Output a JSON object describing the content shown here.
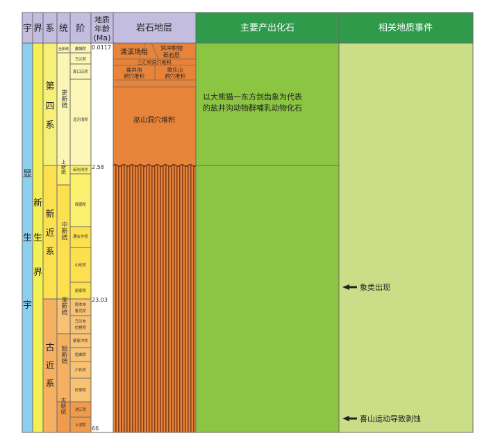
{
  "header": {
    "eon": "宇",
    "era": "界",
    "system": "系",
    "series": "统",
    "stage": "阶",
    "age_line1": "地质",
    "age_line2": "年龄",
    "age_line3": "(Ma)",
    "strata": "岩石地层",
    "fossils": "主要产出化石",
    "events": "相关地质事件"
  },
  "eon_name": [
    "显",
    "生",
    "宇"
  ],
  "era_name": [
    "新",
    "生",
    "界"
  ],
  "systems": [
    {
      "id": "quaternary",
      "chars": [
        "第",
        "四",
        "系"
      ]
    },
    {
      "id": "neogene",
      "chars": [
        "新",
        "近",
        "系"
      ]
    },
    {
      "id": "paleogene",
      "chars": [
        "古",
        "近",
        "系"
      ]
    }
  ],
  "series": [
    {
      "id": "holocene",
      "label": "全新统"
    },
    {
      "id": "pleistocene",
      "label": "更新统"
    },
    {
      "id": "pliocene",
      "label": "上新统"
    },
    {
      "id": "miocene",
      "label": "中新统"
    },
    {
      "id": "oligocene",
      "label": "渐新统"
    },
    {
      "id": "eocene",
      "label": "始新统"
    },
    {
      "id": "paleocene",
      "label": "古新统"
    }
  ],
  "stages": [
    {
      "id": "s1",
      "lines": [
        "藁城阶"
      ]
    },
    {
      "id": "s2",
      "lines": [
        "马兰阶"
      ]
    },
    {
      "id": "s3",
      "lines": [
        "周口店阶"
      ]
    },
    {
      "id": "s4",
      "lines": [
        "泥河湾阶"
      ]
    },
    {
      "id": "s5",
      "lines": [
        "麻则沟阶"
      ]
    },
    {
      "id": "s6",
      "lines": [
        "保德阶"
      ]
    },
    {
      "id": "s7",
      "lines": [
        "通古尔阶"
      ]
    },
    {
      "id": "s8",
      "lines": [
        "山旺阶"
      ]
    },
    {
      "id": "s9",
      "lines": [
        "谢家阶"
      ]
    },
    {
      "id": "s10",
      "lines": [
        "塔本布",
        "鲁克阶"
      ]
    },
    {
      "id": "s11",
      "lines": [
        "乌兰布",
        "拉格阶"
      ]
    },
    {
      "id": "s12",
      "lines": [
        "蔡家冲阶"
      ]
    },
    {
      "id": "s13",
      "lines": [
        "垣曲阶"
      ]
    },
    {
      "id": "s14",
      "lines": [
        "卢氏阶"
      ]
    },
    {
      "id": "s15",
      "lines": [
        "岭茶阶"
      ]
    },
    {
      "id": "s16",
      "lines": [
        "池江阶"
      ]
    },
    {
      "id": "s17",
      "lines": [
        "上湖阶"
      ]
    }
  ],
  "ages": [
    "0.0117",
    "2.58",
    "23.03",
    "66"
  ],
  "strata": {
    "qingxichang": "清溪场组",
    "hongchong": [
      "洪冲积物",
      "砾石层"
    ],
    "sanhuiba": "三汇坝洞穴堆积",
    "yanjinggou": [
      "盐井沟",
      "洞穴堆积"
    ],
    "gelegshan": [
      "歌乐山",
      "洞穴堆积"
    ],
    "wushan": "巫山洞穴堆积"
  },
  "fossils_text": [
    "以大熊猫一东方剑齿象为代表",
    "的盐井沟动物群哺乳动物化石"
  ],
  "events": [
    {
      "id": "elephants",
      "label": "象类出现"
    },
    {
      "id": "himalayan",
      "label": "喜山运动导致剥蚀"
    }
  ],
  "colors": {
    "header_purple": "#c3bde0",
    "header_green": "#2e9a4a",
    "eon_blue": "#8dd0ee",
    "era_yellow": "#f4ef52",
    "quaternary": "#f6f07a",
    "quaternary_series": "#fbf6b6",
    "neogene": "#fde050",
    "paleogene": "#f5b062",
    "paleogene_stage": "#f8c274",
    "paleocene": "#f09a4c",
    "strata_orange": "#e8843a",
    "fossil_green": "#8cc542",
    "event_green": "#cbdd86",
    "line": "#6a6a6a"
  }
}
